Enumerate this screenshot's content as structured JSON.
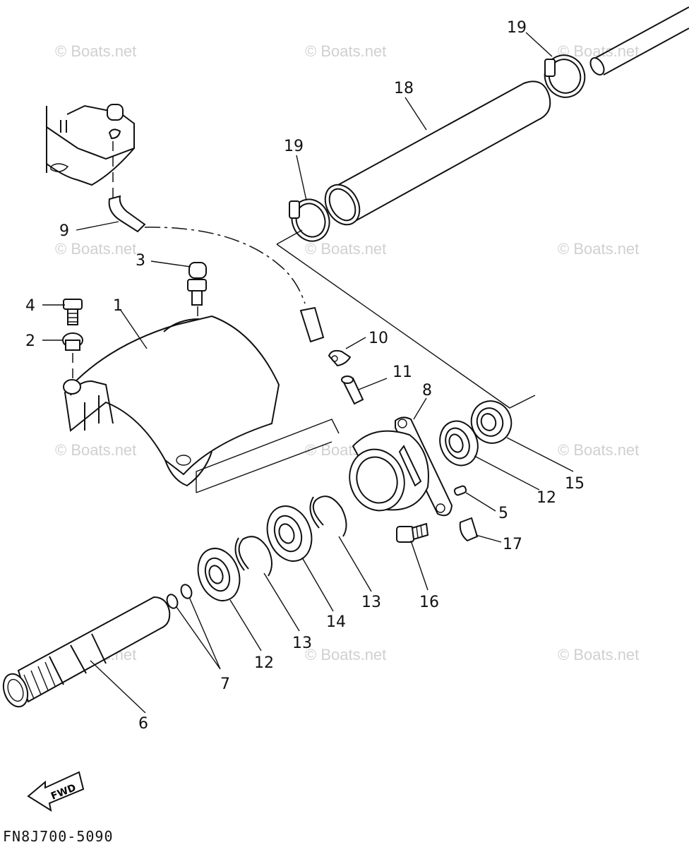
{
  "watermark": "© Boats.net",
  "diagram_code": "FN8J700-5090",
  "fwd_label": "FWD",
  "callouts": {
    "c1": "1",
    "c2": "2",
    "c3": "3",
    "c4": "4",
    "c5": "5",
    "c6": "6",
    "c7": "7",
    "c8": "8",
    "c9": "9",
    "c10": "10",
    "c11": "11",
    "c12a": "12",
    "c12b": "12",
    "c13a": "13",
    "c13b": "13",
    "c14": "14",
    "c15": "15",
    "c16": "16",
    "c17": "17",
    "c18": "18",
    "c19a": "19",
    "c19b": "19"
  }
}
